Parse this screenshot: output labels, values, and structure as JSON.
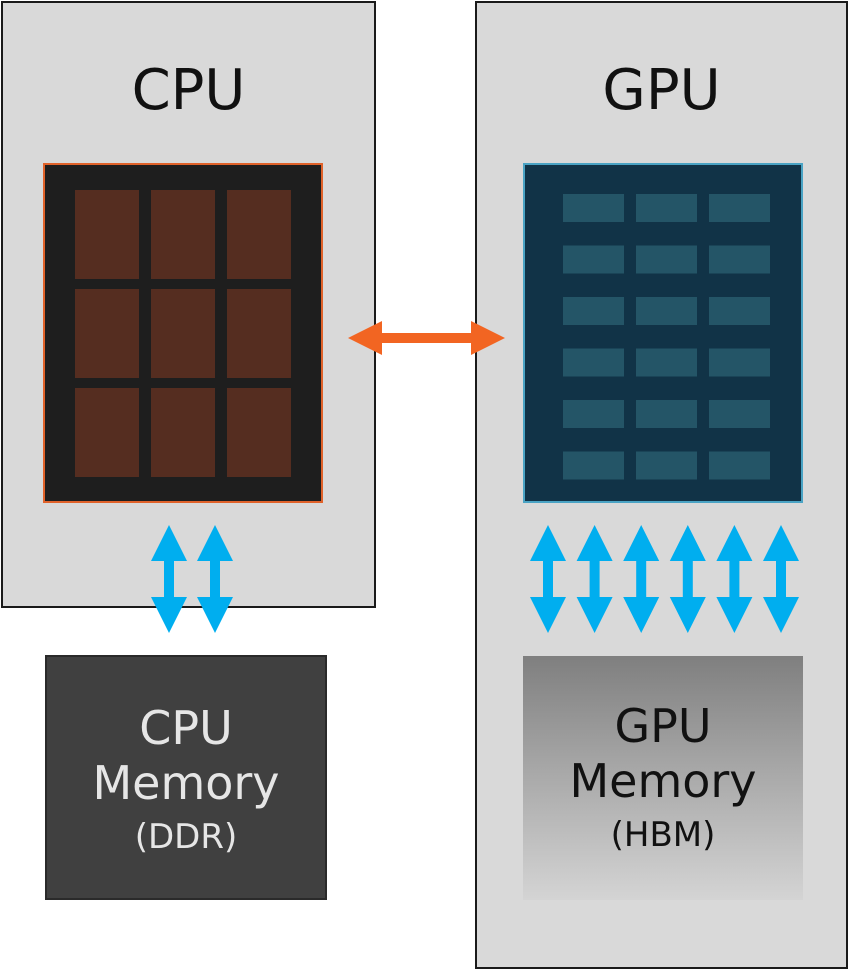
{
  "cpu": {
    "title": "CPU",
    "core_color": "#552d20",
    "die_color": "#1e1e1e",
    "die_border": "#e0622a",
    "core_grid": {
      "rows": 3,
      "cols": 3
    }
  },
  "gpu": {
    "title": "GPU",
    "core_color": "#245567",
    "die_color": "#113347",
    "die_border": "#4aa3c4",
    "core_grid": {
      "rows": 6,
      "cols": 3
    }
  },
  "cpu_memory": {
    "line1": "CPU",
    "line2": "Memory",
    "line3": "(DDR)"
  },
  "gpu_memory": {
    "line1": "GPU",
    "line2": "Memory",
    "line3": "(HBM)"
  },
  "interconnect": {
    "cpu_gpu_link_color": "#f26522",
    "memory_link_color": "#00aeef",
    "cpu_memory_links": 2,
    "gpu_memory_links": 6
  },
  "panel_color": "#d9d9d9"
}
